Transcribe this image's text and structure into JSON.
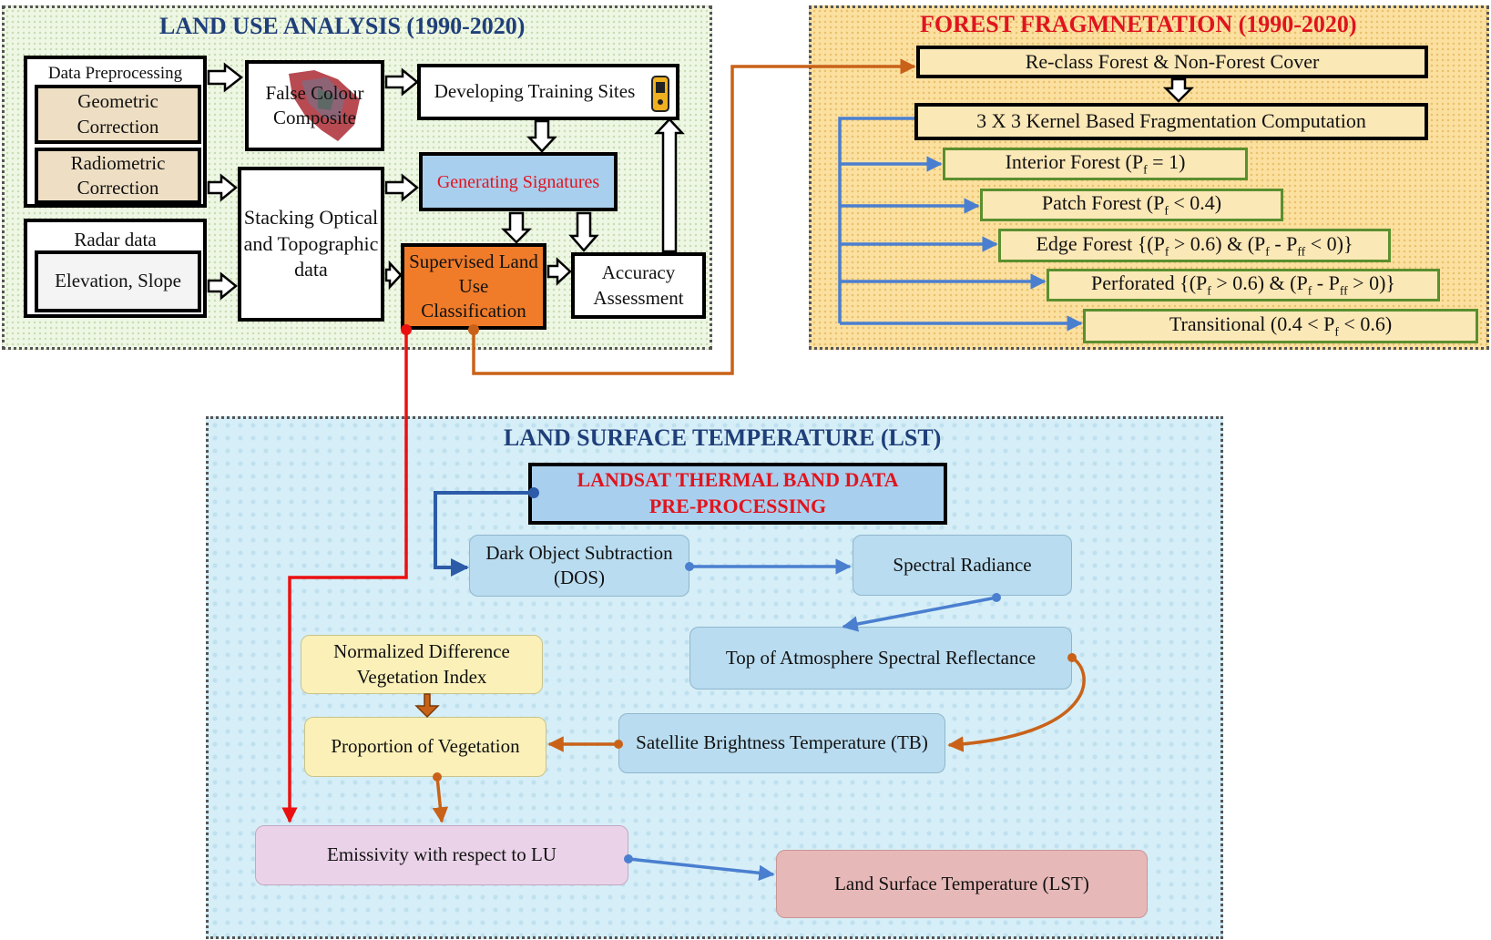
{
  "land_use": {
    "title": "LAND USE ANALYSIS (1990-2020)",
    "data_preprocessing": "Data Preprocessing",
    "geometric_correction": "Geometric Correction",
    "radiometric_correction": "Radiometric Correction",
    "radar_data": "Radar data",
    "elevation_slope": "Elevation, Slope",
    "false_colour": "False Colour Composite",
    "stacking": "Stacking Optical and Topographic data",
    "training_sites": "Developing Training Sites",
    "generating_signatures": "Generating Signatures",
    "supervised": "Supervised Land Use Classification",
    "accuracy": "Accuracy Assessment"
  },
  "forest": {
    "title": "FOREST FRAGMNETATION (1990-2020)",
    "reclass": "Re-class Forest & Non-Forest Cover",
    "kernel": "3 X 3 Kernel Based Fragmentation Computation",
    "interior": {
      "pre": "Interior Forest (P",
      "post": " = 1)"
    },
    "patch": {
      "pre": "Patch Forest (P",
      "post": " < 0.4)"
    },
    "edge": {
      "a": "Edge Forest {(P",
      "b": " > 0.6) & (P",
      "c": " - P",
      "d": " < 0)}"
    },
    "perforated": {
      "a": "Perforated {(P",
      "b": " > 0.6) & (P",
      "c": " - P",
      "d": " > 0)}"
    },
    "transitional": {
      "pre": "Transitional (0.4 < P",
      "post": "  < 0.6)"
    },
    "sub_f": "f",
    "sub_ff": "ff"
  },
  "lst": {
    "title": "LAND SURFACE TEMPERATURE (LST)",
    "landsat": "LANDSAT THERMAL BAND DATA PRE-PROCESSING",
    "dos": "Dark Object Subtraction (DOS)",
    "radiance": "Spectral Radiance",
    "toa": "Top of Atmosphere Spectral Reflectance",
    "ndvi": "Normalized Difference Vegetation Index",
    "pv": "Proportion of Vegetation",
    "tb": "Satellite Brightness Temperature (TB)",
    "emissivity": "Emissivity with respect to LU",
    "lst_box": "Land Surface Temperature (LST)"
  },
  "colors": {
    "title_blue": "#1f3f7a",
    "title_red": "#e0141e",
    "orange_box": "#f07c2a",
    "arrow_blue": "#4a7fd0",
    "arrow_orange": "#c96218",
    "arrow_red": "#ea1010",
    "arrow_darkblue": "#2c5ca8",
    "green_border": "#5b8f2f"
  }
}
